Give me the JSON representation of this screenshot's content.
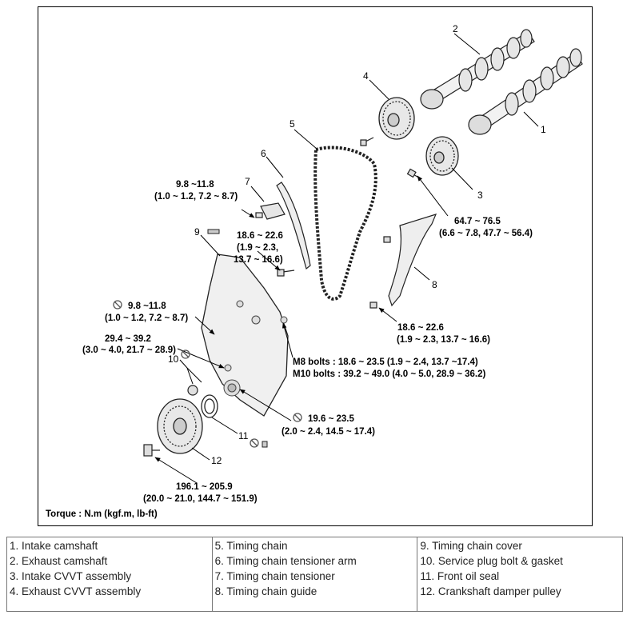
{
  "callouts": {
    "c1": "1",
    "c2": "2",
    "c3": "3",
    "c4": "4",
    "c5": "5",
    "c6": "6",
    "c7": "7",
    "c8": "8",
    "c9": "9",
    "c10": "10",
    "c11": "11",
    "c12": "12"
  },
  "torques": {
    "t_cvvt_a": "64.7 ~ 76.5",
    "t_cvvt_b": "(6.6 ~ 7.8, 47.7 ~ 56.4)",
    "t_tensioner_a": "9.8 ~11.8",
    "t_tensioner_b": "(1.0 ~ 1.2, 7.2 ~ 8.7)",
    "t_arm_a": "18.6 ~ 22.6",
    "t_arm_b": "(1.9 ~ 2.3,",
    "t_arm_c": "13.7 ~ 16.6)",
    "t_guide_a": "18.6 ~ 22.6",
    "t_guide_b": "(1.9 ~ 2.3, 13.7 ~ 16.6)",
    "t_plug_a": "9.8 ~11.8",
    "t_plug_b": "(1.0 ~ 1.2, 7.2 ~ 8.7)",
    "t_cover_a": "29.4 ~ 39.2",
    "t_cover_b": "(3.0 ~ 4.0, 21.7 ~ 28.9)",
    "t_m8": "M8 bolts : 18.6 ~ 23.5 (1.9 ~ 2.4, 13.7 ~17.4)",
    "t_m10": "M10 bolts : 39.2 ~ 49.0 (4.0 ~ 5.0, 28.9 ~ 36.2)",
    "t_seal_a": "19.6 ~ 23.5",
    "t_seal_b": "(2.0 ~ 2.4, 14.5 ~ 17.4)",
    "t_pulley_a": "196.1 ~ 205.9",
    "t_pulley_b": "(20.0 ~ 21.0, 144.7 ~ 151.9)"
  },
  "torque_unit": "Torque : N.m (kgf.m, lb-ft)",
  "legend": {
    "col1": [
      "1. Intake camshaft",
      "2. Exhaust camshaft",
      "3. Intake CVVT assembly",
      "4. Exhaust CVVT assembly"
    ],
    "col2": [
      "5. Timing chain",
      "6. Timing chain tensioner arm",
      "7. Timing chain tensioner",
      "8. Timing chain guide"
    ],
    "col3": [
      "9. Timing chain cover",
      "10. Service plug bolt & gasket",
      "11. Front oil seal",
      "12. Crankshaft damper pulley"
    ]
  }
}
